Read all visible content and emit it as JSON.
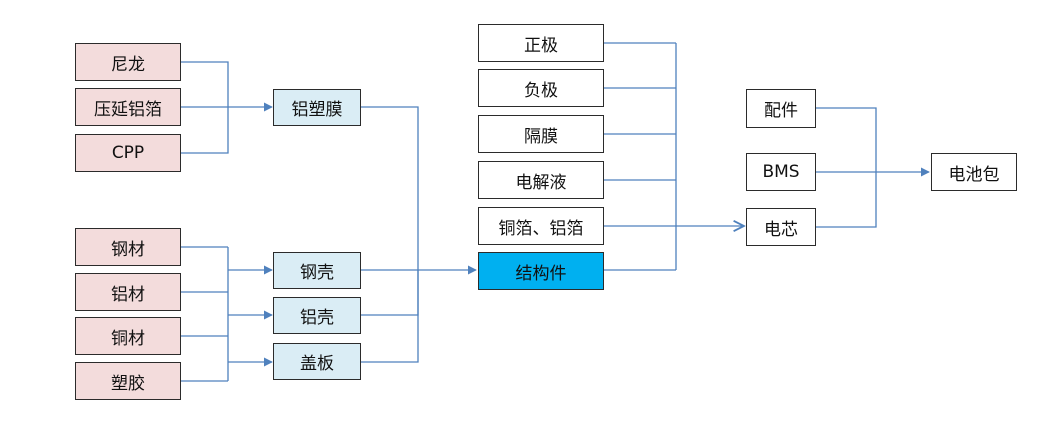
{
  "raw_film": {
    "nylon": "尼龙",
    "aluminum_foil": "压延铝箔",
    "cpp": "CPP"
  },
  "raw_metal": {
    "steel": "钢材",
    "aluminum": "铝材",
    "copper": "铜材",
    "plastic": "塑胶"
  },
  "intermediate": {
    "al_plastic_film": "铝塑膜",
    "steel_case": "钢壳",
    "al_case": "铝壳",
    "cover_plate": "盖板"
  },
  "cell_parts": {
    "cathode": "正极",
    "anode": "负极",
    "separator": "隔膜",
    "electrolyte": "电解液",
    "foil": "铜箔、铝箔",
    "structural": "结构件"
  },
  "pack_parts": {
    "accessories": "配件",
    "bms": "BMS",
    "cell": "电芯"
  },
  "output": {
    "battery_pack": "电池包"
  },
  "colors": {
    "raw": "#f3dcdc",
    "intermediate": "#daedf5",
    "highlight": "#00b0f0",
    "connector": "#4f81bd"
  }
}
